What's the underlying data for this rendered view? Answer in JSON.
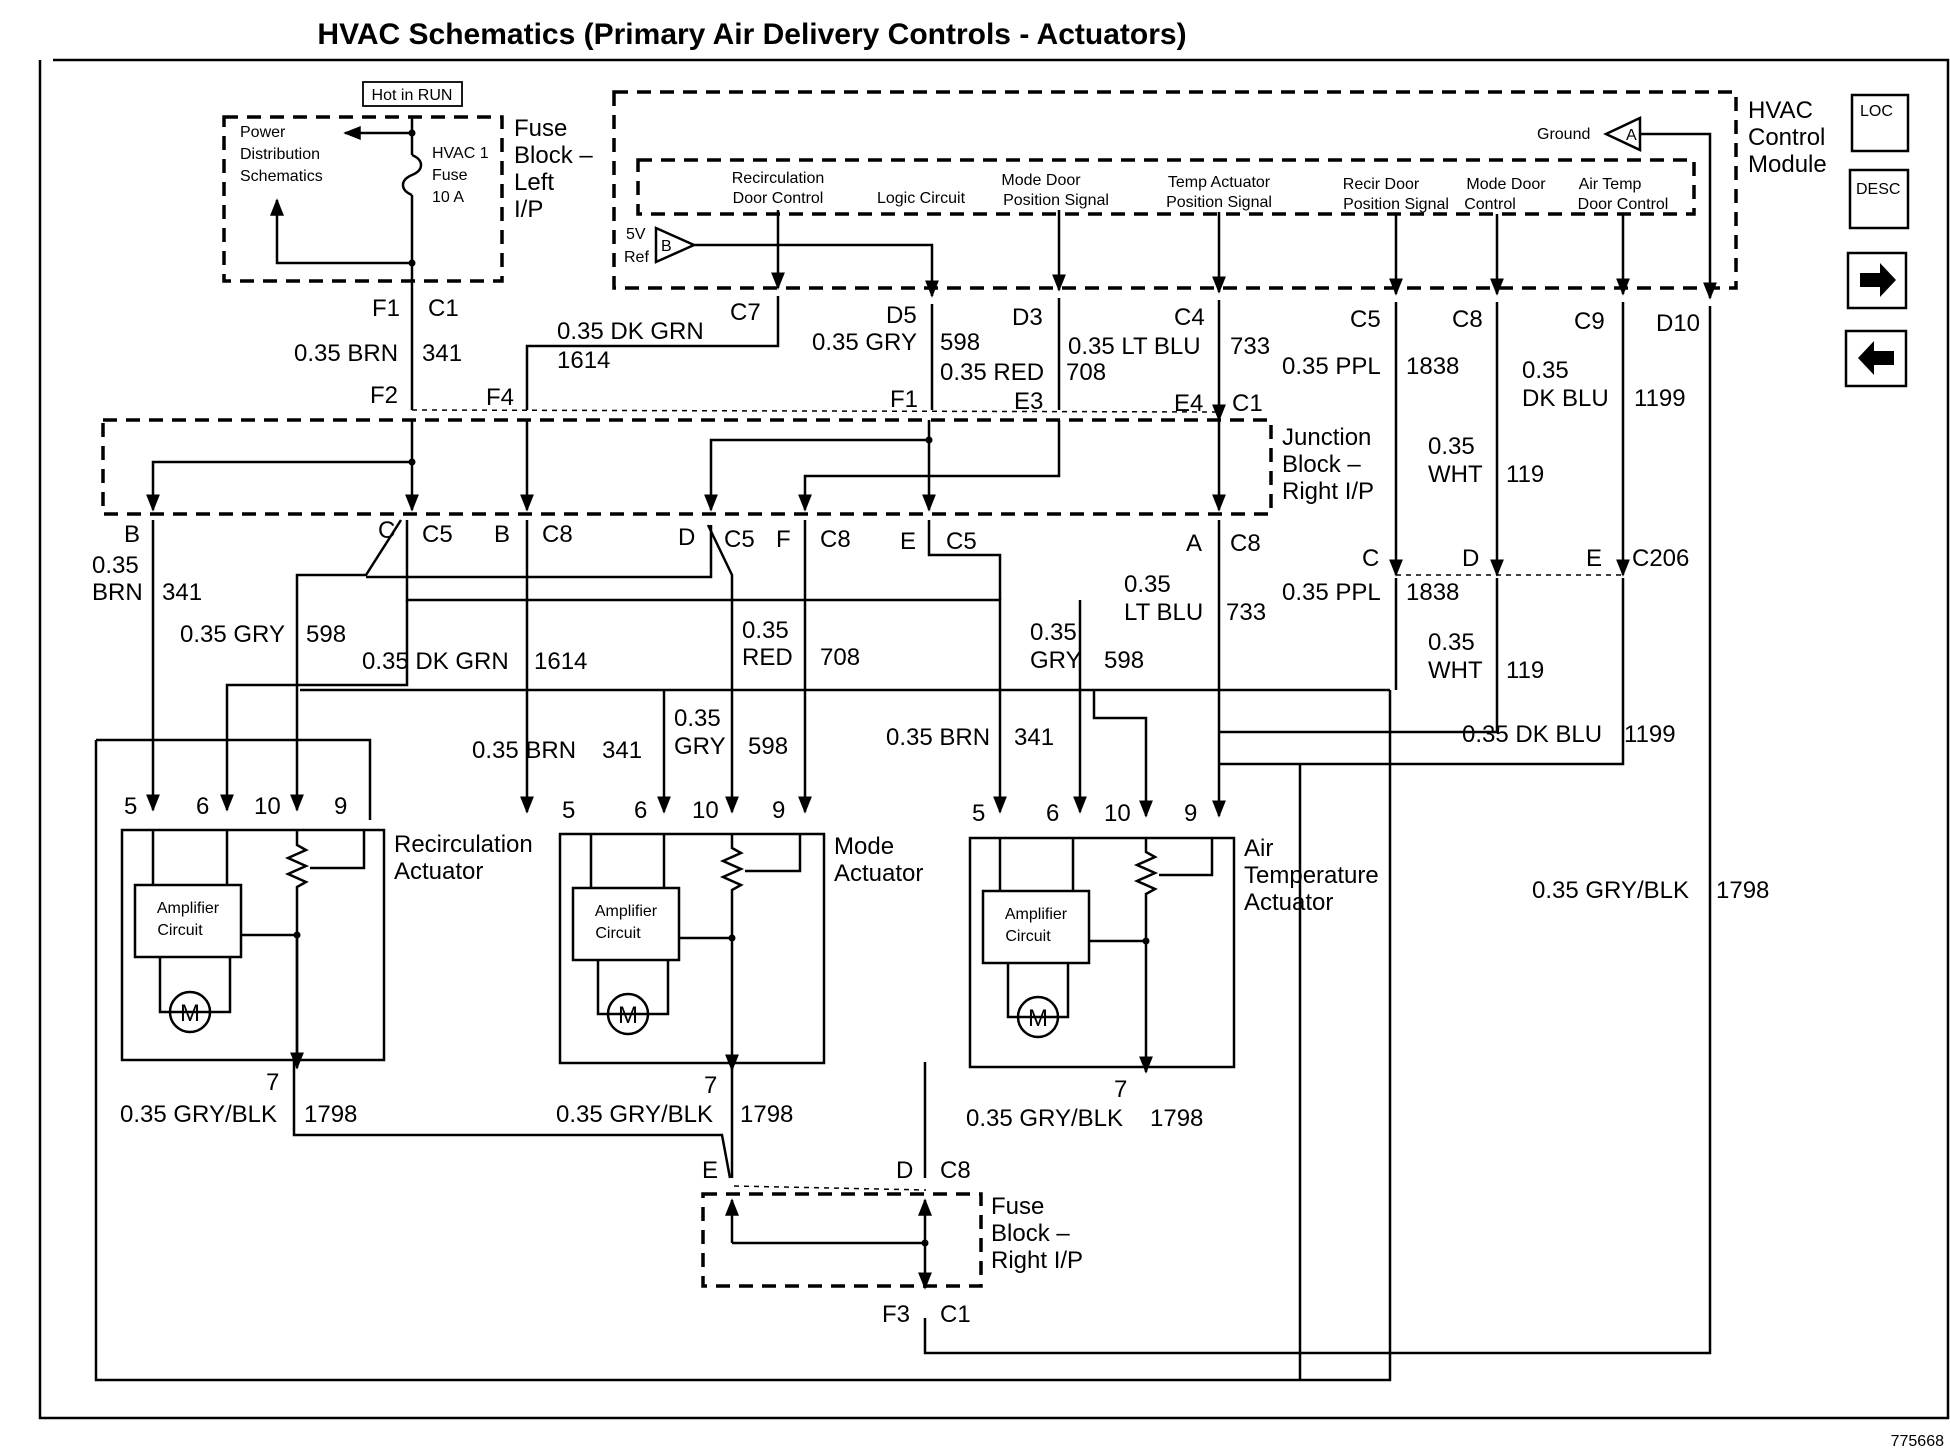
{
  "title": "HVAC Schematics (Primary Air Delivery Controls - Actuators)",
  "figure_number": "775668",
  "nav": {
    "loc": "LOC",
    "desc": "DESC",
    "next_icon": "arrow-right-icon",
    "prev_icon": "arrow-left-icon"
  },
  "fuse_block_left": {
    "hot_in_run": "Hot in RUN",
    "power_dist_1": "Power",
    "power_dist_2": "Distribution",
    "power_dist_3": "Schematics",
    "fuse_1": "HVAC 1",
    "fuse_2": "Fuse",
    "fuse_3": "10 A",
    "label_1": "Fuse",
    "label_2": "Block –",
    "label_3": "Left",
    "label_4": "I/P"
  },
  "hvac_module": {
    "label_1": "HVAC",
    "label_2": "Control",
    "label_3": "Module",
    "ground": "Ground",
    "ground_marker": "A",
    "ref_1": "5V",
    "ref_2": "Ref",
    "ref_marker": "B",
    "sig_recirc_1": "Recirculation",
    "sig_recirc_2": "Door Control",
    "sig_logic": "Logic Circuit",
    "sig_mode_pos_1": "Mode Door",
    "sig_mode_pos_2": "Position Signal",
    "sig_temp_pos_1": "Temp Actuator",
    "sig_temp_pos_2": "Position Signal",
    "sig_recir_pos_1": "Recir Door",
    "sig_recir_pos_2": "Position Signal",
    "sig_mode_ctl_1": "Mode Door",
    "sig_mode_ctl_2": "Control",
    "sig_air_ctl_1": "Air Temp",
    "sig_air_ctl_2": "Door Control"
  },
  "junction_block": {
    "label_1": "Junction",
    "label_2": "Block –",
    "label_3": "Right I/P"
  },
  "fuse_block_right": {
    "label_1": "Fuse",
    "label_2": "Block –",
    "label_3": "Right I/P"
  },
  "actuators": {
    "recirc_1": "Recirculation",
    "recirc_2": "Actuator",
    "mode_1": "Mode",
    "mode_2": "Actuator",
    "air_1": "Air",
    "air_2": "Temperature",
    "air_3": "Actuator",
    "amp_1": "Amplifier",
    "amp_2": "Circuit",
    "motor": "M"
  },
  "pins": {
    "f1": "F1",
    "c1": "C1",
    "c7": "C7",
    "d5": "D5",
    "d3": "D3",
    "c4": "C4",
    "c5": "C5",
    "c8": "C8",
    "c9": "C9",
    "d10": "D10",
    "f2": "F2",
    "f4": "F4",
    "f1b": "F1",
    "e3": "E3",
    "e4": "E4",
    "c1b": "C1",
    "b": "B",
    "c": "C",
    "d": "D",
    "f": "F",
    "e": "E",
    "a": "A",
    "c206": "C206",
    "p5": "5",
    "p6": "6",
    "p10": "10",
    "p9": "9",
    "p7": "7",
    "f3": "F3"
  },
  "wires": {
    "brn": "0.35 BRN",
    "n341": "341",
    "dkgrn": "0.35 DK GRN",
    "n1614": "1614",
    "gry": "0.35 GRY",
    "n598": "598",
    "red": "0.35 RED",
    "n708": "708",
    "ltblu": "0.35 LT BLU",
    "n733": "733",
    "ppl": "0.35 PPL",
    "n1838": "1838",
    "dkblu": "0.35 DK BLU",
    "n1199": "1199",
    "p035": "0.35",
    "wht": "WHT",
    "n119": "119",
    "brn_s": "BRN",
    "red_s": "RED",
    "ltblu_s": "LT BLU",
    "gry_s": "GRY",
    "dkgrn_s": "DK GRN",
    "dkblu_s": "DK BLU",
    "gryblk": "0.35 GRY/BLK",
    "n1798": "1798"
  }
}
